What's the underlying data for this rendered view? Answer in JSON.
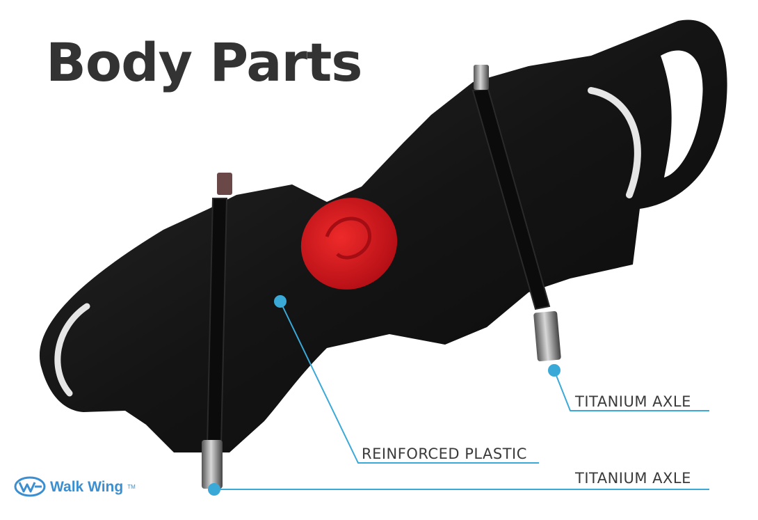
{
  "title": "Body Parts",
  "callouts": {
    "axle_top": "TITANIUM AXLE",
    "plastic": "REINFORCED PLASTIC",
    "axle_bottom": "TITANIUM AXLE"
  },
  "brand": {
    "name": "Walk Wing",
    "trademark": "TM"
  },
  "colors": {
    "callout_line": "#3aa9d8",
    "body": "#151515",
    "badge": "#d7141d",
    "title_text": "#333333",
    "brand": "#3b8fd0"
  }
}
